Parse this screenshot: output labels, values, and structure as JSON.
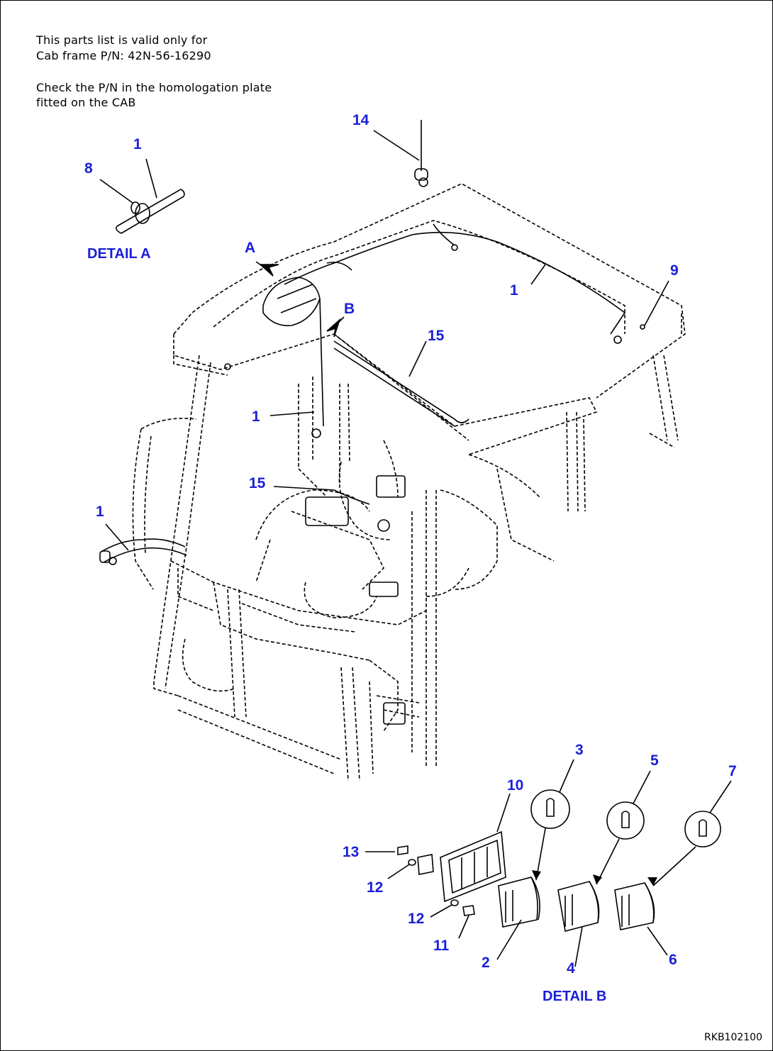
{
  "note": {
    "line1": "This parts list is valid only for",
    "line2": "Cab frame P/N: 42N-56-16290",
    "line3": "Check the P/N in the homologation plate",
    "line4": "fitted on the CAB"
  },
  "details": {
    "detail_a": "DETAIL A",
    "detail_b": "DETAIL B",
    "arrow_a": "A",
    "arrow_b": "B"
  },
  "callouts": {
    "c14": "14",
    "c1_top": "1",
    "c8": "8",
    "c1_roof": "1",
    "c9": "9",
    "c15_upper": "15",
    "c1_mid": "1",
    "c15_lower": "15",
    "c1_left": "1",
    "c3": "3",
    "c5": "5",
    "c7": "7",
    "c10": "10",
    "c13": "13",
    "c12_upper": "12",
    "c12_lower": "12",
    "c11": "11",
    "c2": "2",
    "c4": "4",
    "c6": "6"
  },
  "drawing_code": "RKB102100",
  "colors": {
    "callout": "#1a1fd6",
    "line": "#000000",
    "background": "#ffffff"
  }
}
